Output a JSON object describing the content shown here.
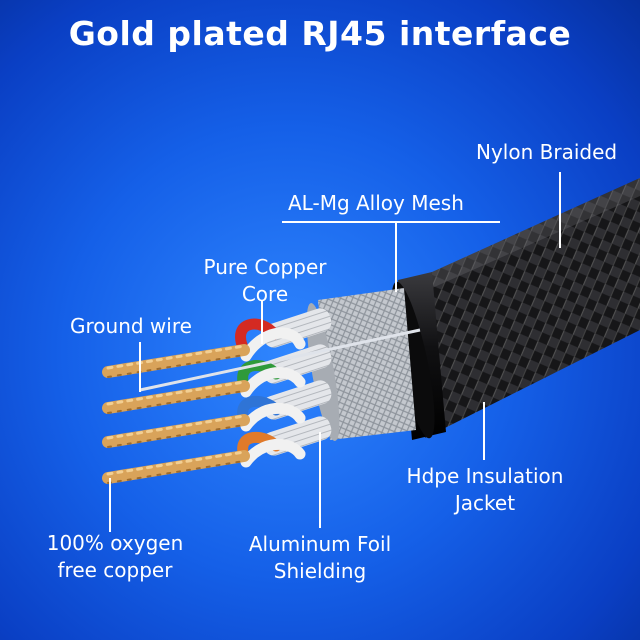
{
  "title": "Gold plated RJ45 interface",
  "labels": {
    "nylon_braided": "Nylon Braided",
    "al_mg_mesh": "AL-Mg Alloy Mesh",
    "copper_core_l1": "Pure Copper",
    "copper_core_l2": "Core",
    "ground_wire": "Ground wire",
    "oxygen_free_l1": "100% oxygen",
    "oxygen_free_l2": "free copper",
    "aluminum_foil_l1": "Aluminum Foil",
    "aluminum_foil_l2": "Shielding",
    "hdpe_l1": "Hdpe Insulation",
    "hdpe_l2": "Jacket"
  },
  "colors": {
    "background": "#1560e8",
    "text": "#ffffff",
    "copper": "#d9a35a",
    "braid": "#1b1b1d",
    "mesh": "#cfd3d8",
    "wire_red": "#d42a22",
    "wire_green": "#2f9a3a",
    "wire_blue": "#2f74d6",
    "wire_orange": "#e07a2a"
  }
}
